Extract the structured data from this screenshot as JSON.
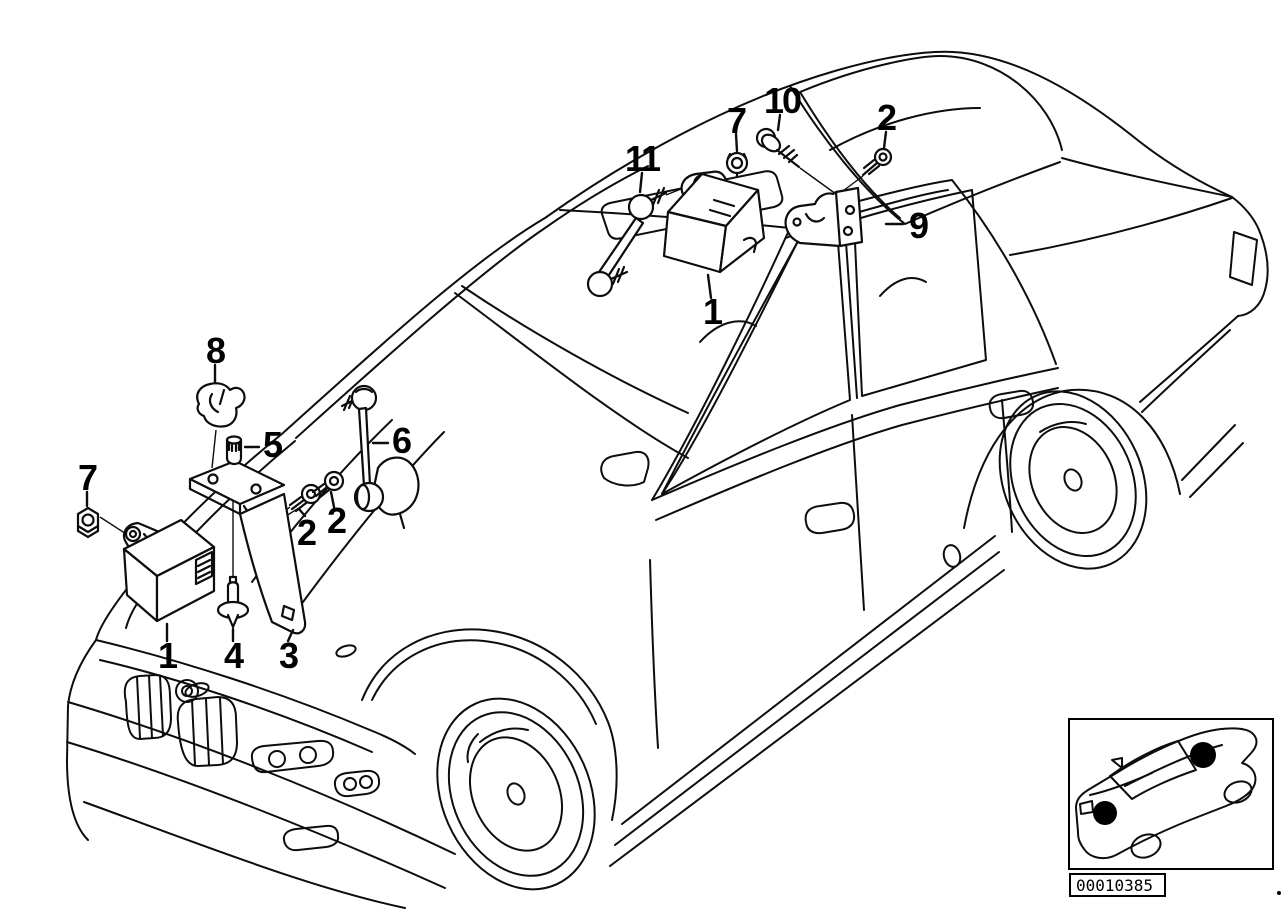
{
  "palette": {
    "background": "#ffffff",
    "line": "#0d0d0d"
  },
  "callouts": [
    {
      "id": "rear-link-rod",
      "label": "11"
    },
    {
      "id": "rear-nut",
      "label": "7"
    },
    {
      "id": "rear-tapping-screw",
      "label": "10"
    },
    {
      "id": "rear-screw",
      "label": "2"
    },
    {
      "id": "rear-bracket",
      "label": "9"
    },
    {
      "id": "rear-sensor",
      "label": "1"
    },
    {
      "id": "front-clip",
      "label": "8"
    },
    {
      "id": "front-spacer",
      "label": "5"
    },
    {
      "id": "front-link-rod",
      "label": "6"
    },
    {
      "id": "front-nut",
      "label": "7"
    },
    {
      "id": "front-screw-a",
      "label": "2"
    },
    {
      "id": "front-screw-b",
      "label": "2"
    },
    {
      "id": "front-sensor",
      "label": "1"
    },
    {
      "id": "front-rivet",
      "label": "4"
    },
    {
      "id": "front-bracket",
      "label": "3"
    }
  ],
  "inset": {
    "code": "00010385"
  }
}
